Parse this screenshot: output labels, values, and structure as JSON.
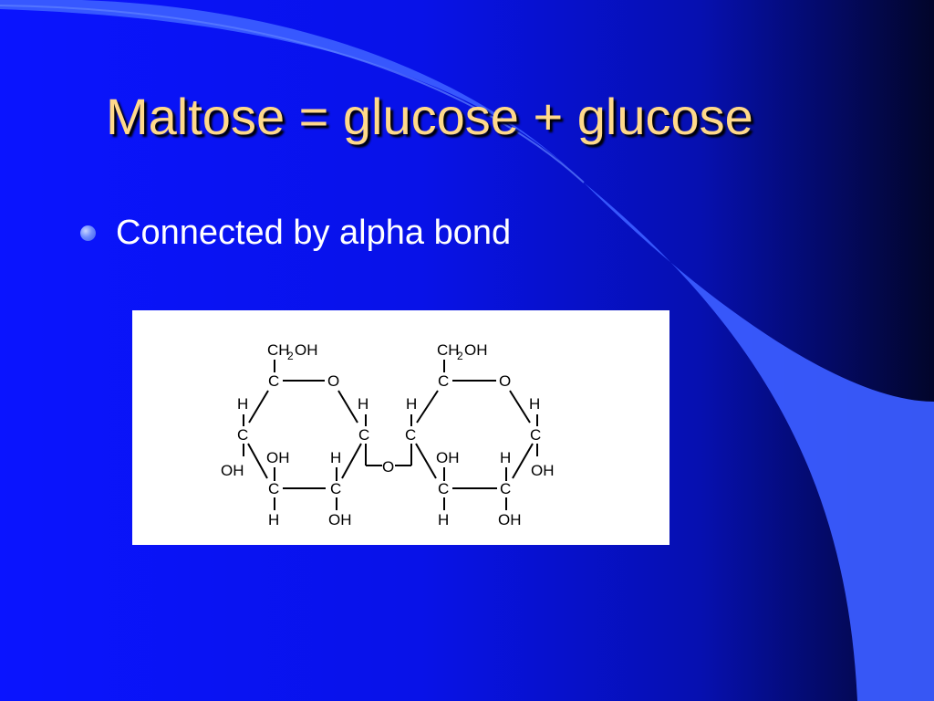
{
  "slide": {
    "title": "Maltose = glucose + glucose",
    "bullets": [
      {
        "text": "Connected by alpha bond"
      }
    ]
  },
  "colors": {
    "background": "#0a14ff",
    "title": "#ffd98a",
    "bullet_text": "#ffffff",
    "bullet_dot": "#5a78ff",
    "swoosh": "#3a5cff"
  },
  "figure": {
    "atoms": {
      "c": "C",
      "o": "O",
      "h": "H",
      "oh": "OH",
      "ch": "CH",
      "two": "2"
    }
  }
}
